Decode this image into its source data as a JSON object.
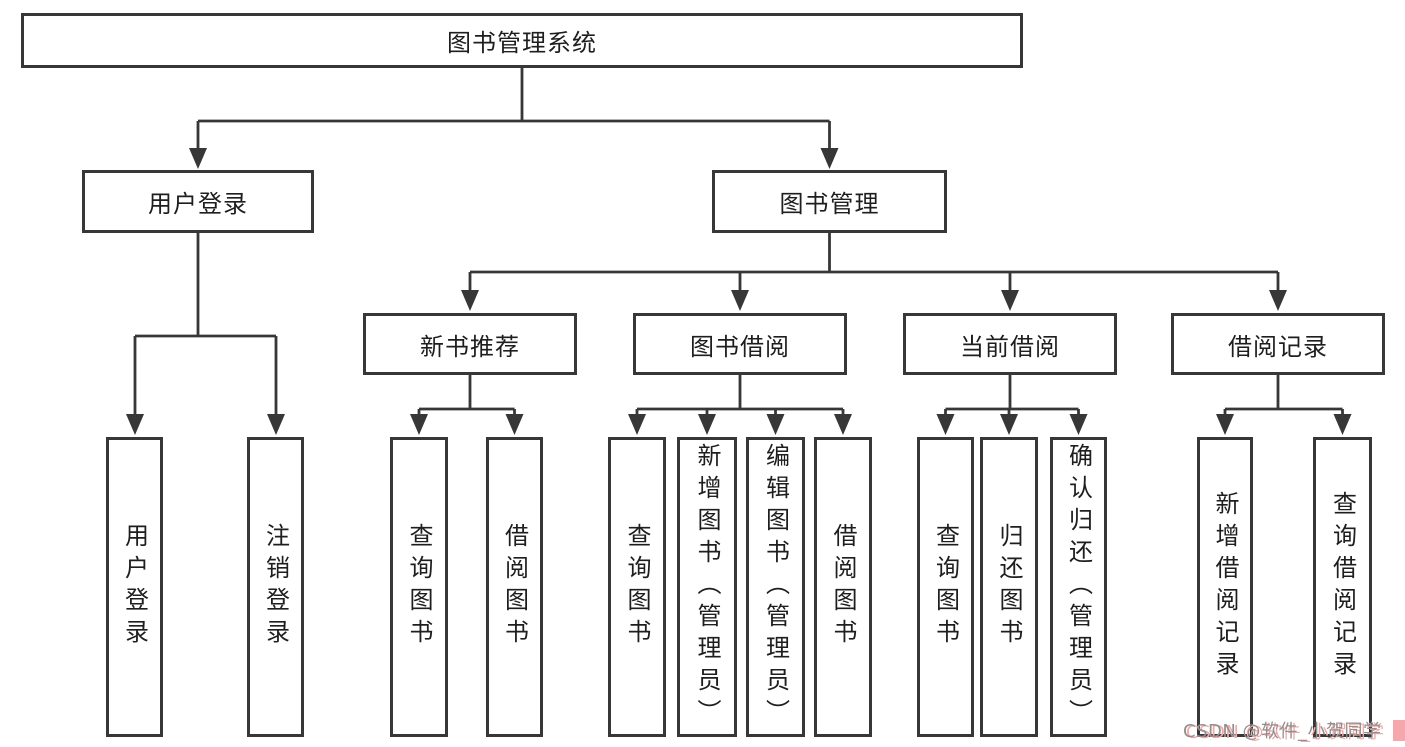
{
  "diagram": {
    "type": "hierarchy-flowchart",
    "title": "图书管理系统"
  },
  "tree": {
    "label": "图书管理系统",
    "children": [
      {
        "label": "用户登录",
        "children": [
          {
            "label": "用户登录"
          },
          {
            "label": "注销登录"
          }
        ]
      },
      {
        "label": "图书管理",
        "children": [
          {
            "label": "新书推荐",
            "children": [
              {
                "label": "查询图书"
              },
              {
                "label": "借阅图书"
              }
            ]
          },
          {
            "label": "图书借阅",
            "children": [
              {
                "label": "查询图书"
              },
              {
                "label": "新增图书（管理员）"
              },
              {
                "label": "编辑图书（管理员）"
              },
              {
                "label": "借阅图书"
              }
            ]
          },
          {
            "label": "当前借阅",
            "children": [
              {
                "label": "查询图书"
              },
              {
                "label": "归还图书"
              },
              {
                "label": "确认归还（管理员）"
              }
            ]
          },
          {
            "label": "借阅记录",
            "children": [
              {
                "label": "新增借阅记录"
              },
              {
                "label": "查询借阅记录"
              }
            ]
          }
        ]
      }
    ]
  },
  "watermark": {
    "text": "CSDN @软件_小贺同学"
  },
  "colors": {
    "line": "#373737",
    "box_border": "#373737",
    "text": "#1e1e1e",
    "background": "#ffffff",
    "watermark_gray": "#909090",
    "watermark_pink": "#f3a9a9"
  }
}
